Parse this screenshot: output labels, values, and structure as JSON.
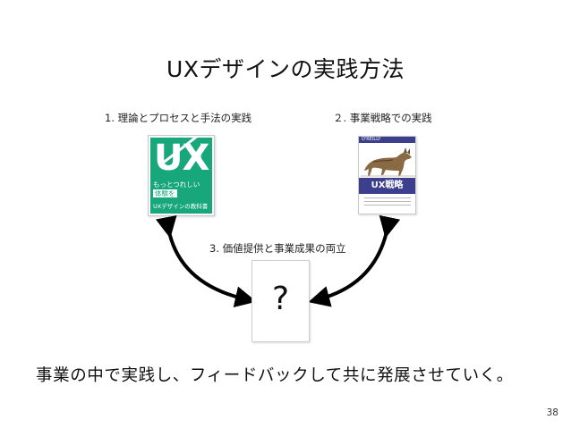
{
  "slide": {
    "title": "UXデザインの実践方法",
    "caption_1": "1. 理論とプロセスと手法の実践",
    "caption_2": "２. 事業戦略での実践",
    "caption_3": "3. 価値提供と事業成果の両立",
    "question_mark": "?",
    "bottom_text": "事業の中で実践し、フィードバックして共に発展させていく。",
    "page_number": "38"
  },
  "book1": {
    "big_text": "UX",
    "subtitle_line1": "もっとつれしい",
    "subtitle_line2": "体験を",
    "footer": "UXデザインの教科書"
  },
  "book2": {
    "brand": "O'REILLY",
    "title": "UX戦略"
  },
  "colors": {
    "book1_green": "#17a77a",
    "book2_navy": "#3b3f8e",
    "arrow": "#000000"
  }
}
